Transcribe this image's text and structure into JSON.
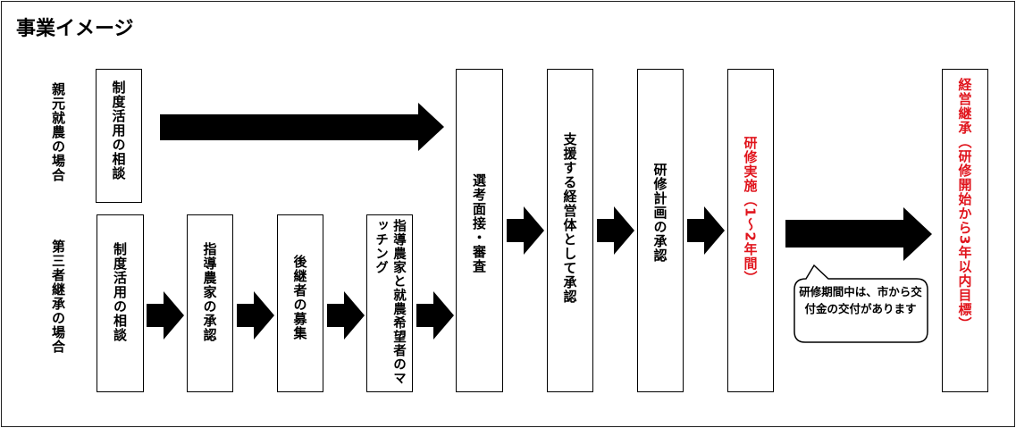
{
  "title": "事業イメージ",
  "rows": {
    "oyamoto": "親元就農の場合",
    "daisansha": "第三者継承の場合"
  },
  "boxes": {
    "oyamoto_consult": "制度活用の相談",
    "daisansha_consult": "制度活用の相談",
    "instructor_approval": "指導農家の承認",
    "successor_recruit": "後継者の募集",
    "matching": "指導農家と就農希望者のマッチング",
    "interview": "選考面接・審査",
    "support_approval": "支援する経営体として承認",
    "plan_approval": "研修計画の承認",
    "training_a": "研修実施",
    "training_b": "（1～2年間）",
    "succession_a": "経営継承",
    "succession_b": "（研修開始から3年以内目標）"
  },
  "callout": "研修期間中は、市から交付金の交付があります",
  "colors": {
    "emphasis": "#e0141c",
    "arrow": "#000000",
    "border": "#000000"
  }
}
